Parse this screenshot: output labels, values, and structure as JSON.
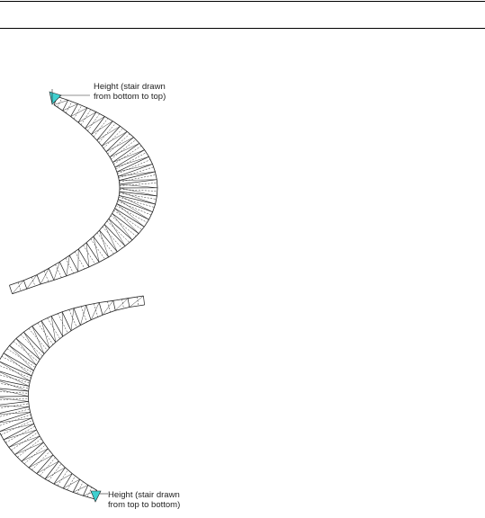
{
  "callouts": {
    "top": {
      "line1": "Height (stair drawn",
      "line2": "from bottom to top)"
    },
    "bottom": {
      "line1": "Height (stair drawn",
      "line2": "from top to bottom)"
    }
  },
  "colors": {
    "marker": "#3fd0d0",
    "line": "#222222"
  },
  "icons": {
    "top_marker": "cyan-triangle-marker",
    "bottom_marker": "cyan-triangle-marker"
  }
}
